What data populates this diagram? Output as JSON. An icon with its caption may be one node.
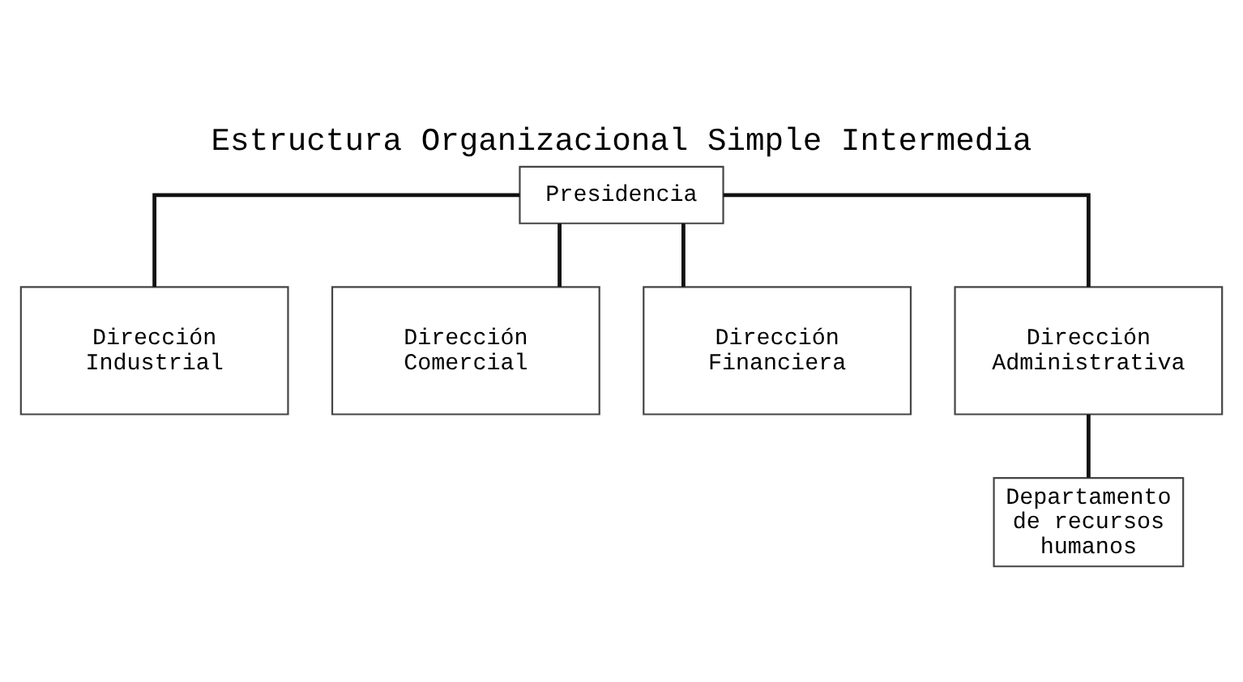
{
  "diagram": {
    "title": "Estructura Organizacional Simple Intermedia",
    "nodes": [
      {
        "text": [
          "Presidencia"
        ]
      },
      {
        "text": [
          "Dirección Industrial"
        ]
      },
      {
        "text": [
          "Dirección Comercial"
        ]
      },
      {
        "text": [
          "Dirección Financiera"
        ]
      },
      {
        "text": [
          "Dirección Administrativa"
        ]
      },
      {
        "text": [
          "Departamento de recursos humanos"
        ]
      }
    ],
    "edges": [
      {
        "from": 0,
        "to": 1,
        "arrow": "none"
      },
      {
        "from": 0,
        "to": 2,
        "arrow": "none"
      },
      {
        "from": 0,
        "to": 3,
        "arrow": "none"
      },
      {
        "from": 0,
        "to": 4,
        "arrow": "none"
      },
      {
        "from": 4,
        "to": 5,
        "arrow": "none"
      }
    ]
  }
}
